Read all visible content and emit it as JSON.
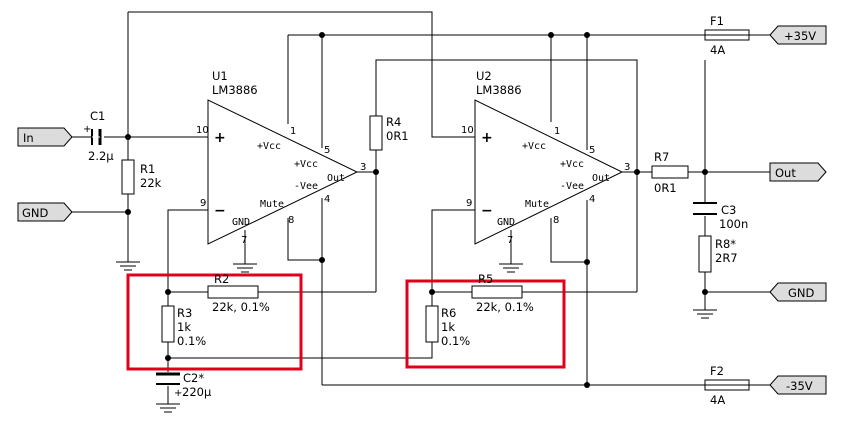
{
  "colors": {
    "wire": "#000000",
    "highlight": "#e0001b",
    "port_fill": "#dcdcdc",
    "background": "#ffffff"
  },
  "ports": {
    "in": "In",
    "gnd_left": "GND",
    "out": "Out",
    "gnd_right": "GND",
    "vpos": "+35V",
    "vneg": "-35V"
  },
  "components": {
    "c1": {
      "ref": "C1",
      "value": "2.2µ",
      "polarity": "+"
    },
    "r1": {
      "ref": "R1",
      "value": "22k"
    },
    "u1": {
      "ref": "U1",
      "part": "LM3886"
    },
    "u2": {
      "ref": "U2",
      "part": "LM3886"
    },
    "r4": {
      "ref": "R4",
      "value": "0R1"
    },
    "r2": {
      "ref": "R2",
      "value": "22k, 0.1%"
    },
    "r3": {
      "ref": "R3",
      "value": "1k",
      "tolerance": "0.1%"
    },
    "c2": {
      "ref": "C2*",
      "value": "220µ",
      "polarity": "+"
    },
    "r5": {
      "ref": "R5",
      "value": "22k, 0.1%"
    },
    "r6": {
      "ref": "R6",
      "value": "1k",
      "tolerance": "0.1%"
    },
    "r7": {
      "ref": "R7",
      "value": "0R1"
    },
    "c3": {
      "ref": "C3",
      "value": "100n"
    },
    "r8": {
      "ref": "R8*",
      "value": "2R7"
    },
    "f1": {
      "ref": "F1",
      "value": "4A"
    },
    "f2": {
      "ref": "F2",
      "value": "4A"
    }
  },
  "opamp_labels": {
    "plus": "+",
    "minus": "−",
    "vcc": "+Vcc",
    "vcc2": "+Vcc",
    "out": "Out",
    "vee": "-Vee",
    "mute": "Mute",
    "gnd": "GND"
  },
  "pins": {
    "in_plus": "10",
    "in_minus": "9",
    "vcc": "1",
    "vcc2": "5",
    "out": "3",
    "vee": "4",
    "mute": "8",
    "gnd": "7"
  }
}
